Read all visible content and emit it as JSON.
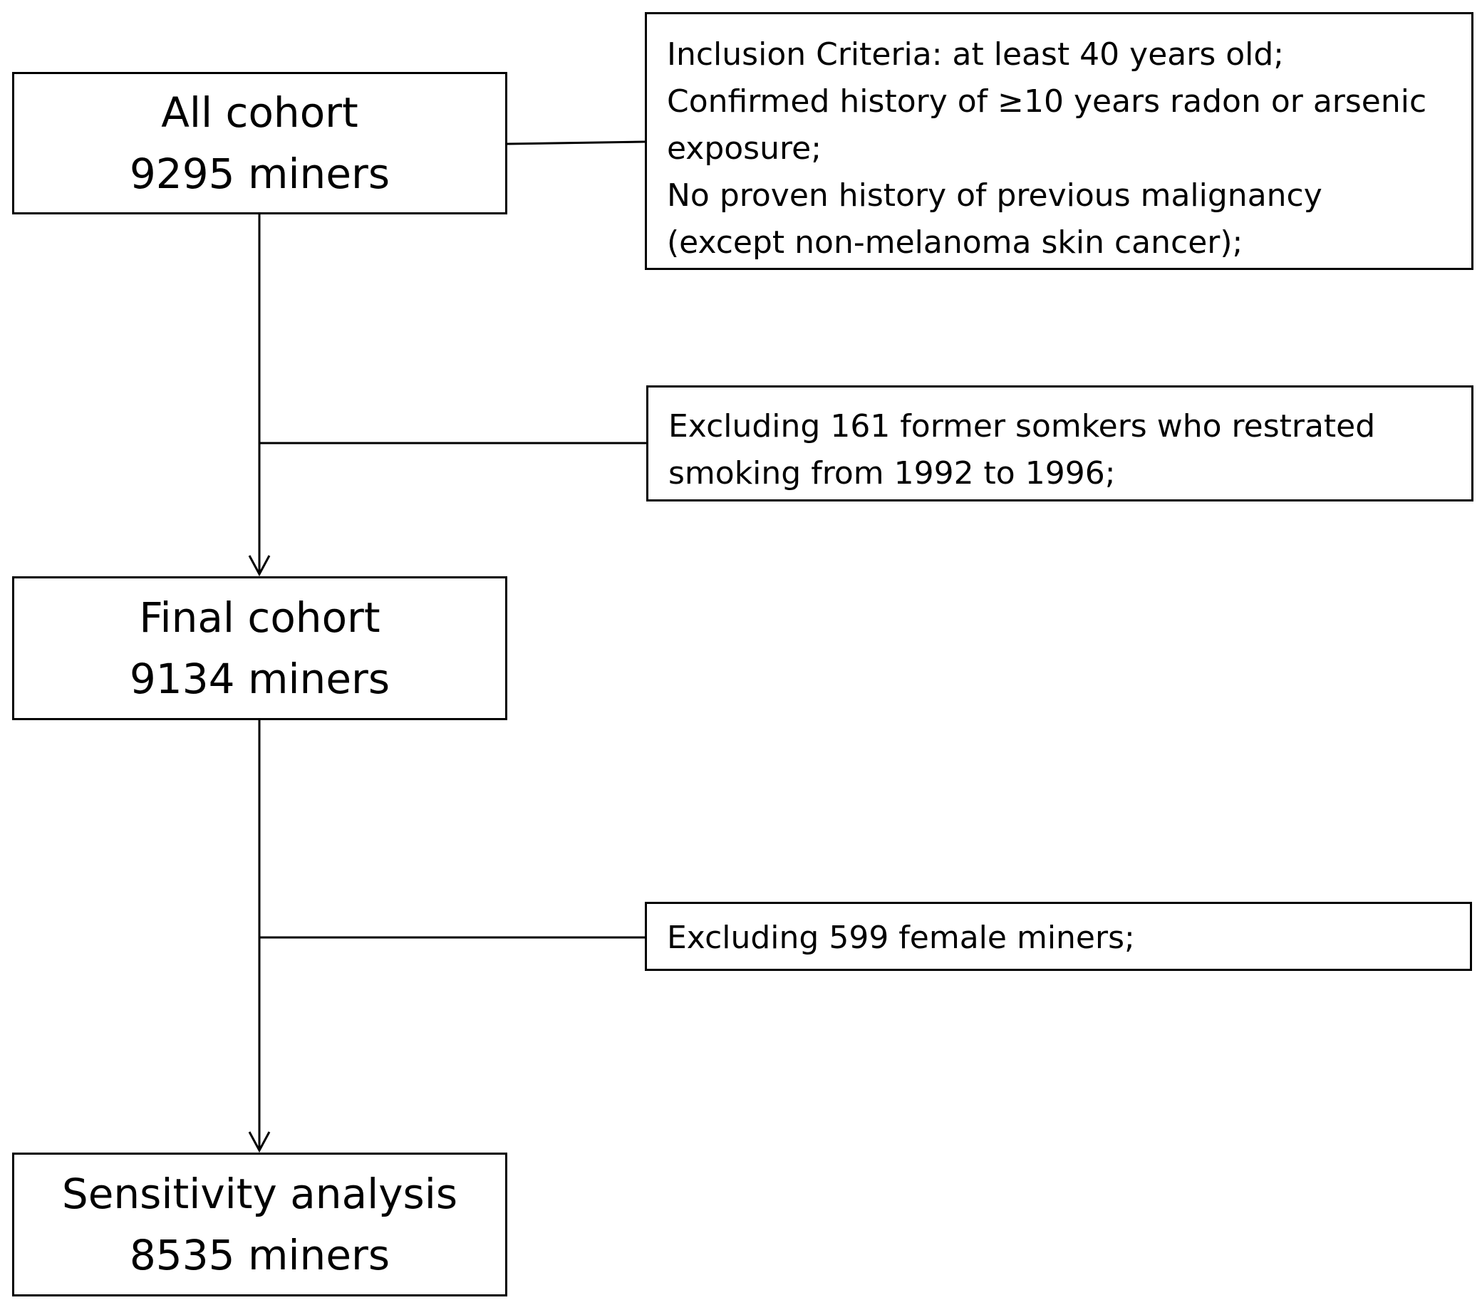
{
  "boxes": {
    "all_cohort": {
      "title": "All cohort",
      "count": "9295 miners"
    },
    "final_cohort": {
      "title": "Final cohort",
      "count": "9134 miners"
    },
    "sensitivity": {
      "title": "Sensitivity analysis",
      "count": "8535 miners"
    }
  },
  "criteria": {
    "lines": [
      "Inclusion Criteria: at least 40 years old;",
      "Confirmed history of ≥10 years radon or arsenic",
      "exposure;",
      "No proven history of previous malignancy",
      "(except non-melanoma skin cancer);"
    ]
  },
  "exclusion_1": {
    "lines": [
      "Excluding 161 former somkers who restrated",
      "smoking from 1992 to 1996;"
    ]
  },
  "exclusion_2": {
    "lines": [
      "Excluding 599 female miners;"
    ]
  },
  "colors": {
    "line": "#000000",
    "background": "#ffffff"
  }
}
